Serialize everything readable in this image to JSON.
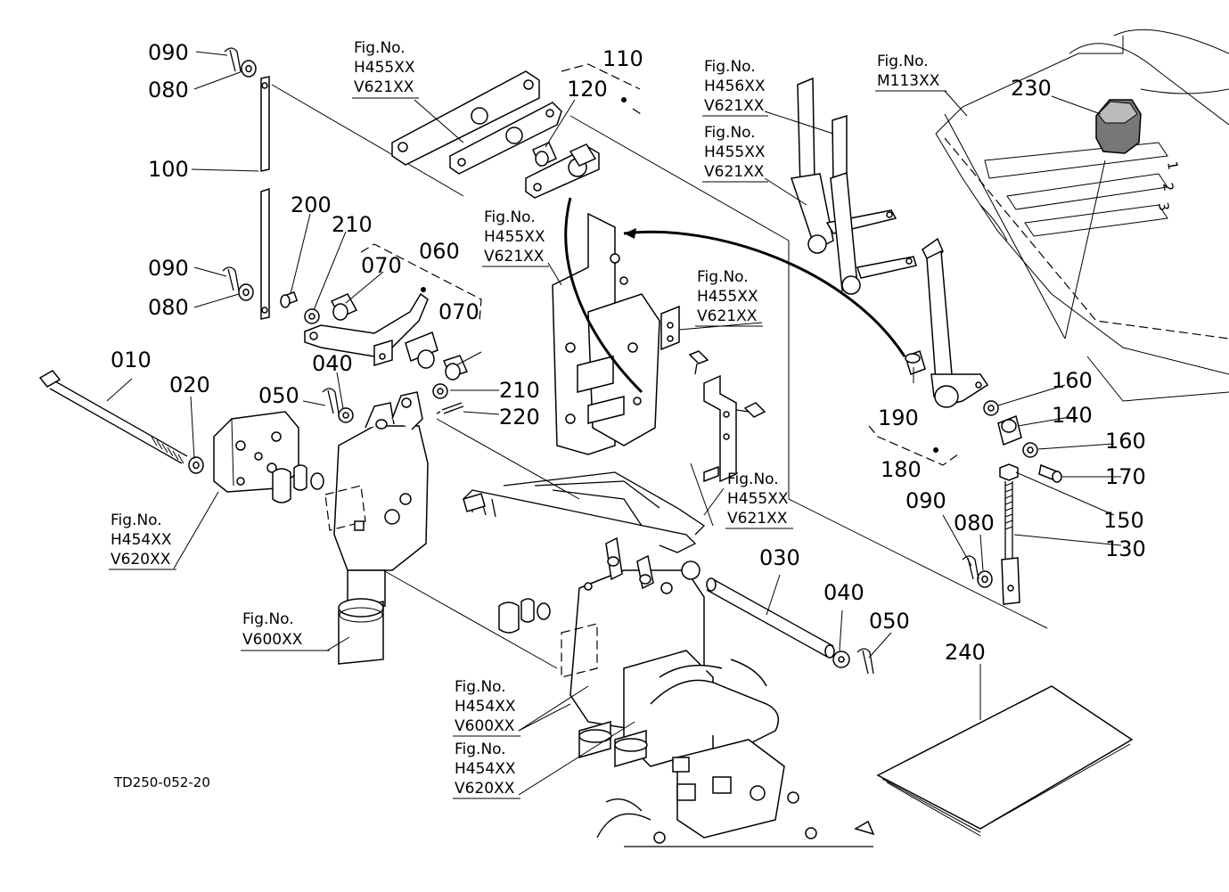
{
  "part_numbers": [
    {
      "id": "p090a",
      "text": "090"
    },
    {
      "id": "p080a",
      "text": "080"
    },
    {
      "id": "p100",
      "text": "100"
    },
    {
      "id": "p090b",
      "text": "090"
    },
    {
      "id": "p080b",
      "text": "080"
    },
    {
      "id": "p200",
      "text": "200"
    },
    {
      "id": "p210a",
      "text": "210"
    },
    {
      "id": "p070a",
      "text": "070"
    },
    {
      "id": "p060",
      "text": "060"
    },
    {
      "id": "p070b",
      "text": "070"
    },
    {
      "id": "p040a",
      "text": "040"
    },
    {
      "id": "p210b",
      "text": "210"
    },
    {
      "id": "p050a",
      "text": "050"
    },
    {
      "id": "p220",
      "text": "220"
    },
    {
      "id": "p010",
      "text": "010"
    },
    {
      "id": "p020",
      "text": "020"
    },
    {
      "id": "p110",
      "text": "110"
    },
    {
      "id": "p120",
      "text": "120"
    },
    {
      "id": "p230",
      "text": "230"
    },
    {
      "id": "p160a",
      "text": "160"
    },
    {
      "id": "p190",
      "text": "190"
    },
    {
      "id": "p140",
      "text": "140"
    },
    {
      "id": "p160b",
      "text": "160"
    },
    {
      "id": "p180",
      "text": "180"
    },
    {
      "id": "p170",
      "text": "170"
    },
    {
      "id": "p150",
      "text": "150"
    },
    {
      "id": "p090c",
      "text": "090"
    },
    {
      "id": "p080c",
      "text": "080"
    },
    {
      "id": "p130",
      "text": "130"
    },
    {
      "id": "p030",
      "text": "030"
    },
    {
      "id": "p040b",
      "text": "040"
    },
    {
      "id": "p050b",
      "text": "050"
    },
    {
      "id": "p240",
      "text": "240"
    }
  ],
  "figure_refs": [
    {
      "id": "f1",
      "label": "Fig.No.",
      "codes": [
        "H455XX",
        "V621XX"
      ]
    },
    {
      "id": "f2",
      "label": "Fig.No.",
      "codes": [
        "H456XX",
        "V621XX"
      ]
    },
    {
      "id": "f3",
      "label": "Fig.No.",
      "codes": [
        "H455XX",
        "V621XX"
      ]
    },
    {
      "id": "f4",
      "label": "Fig.No.",
      "codes": [
        "M113XX"
      ]
    },
    {
      "id": "f5",
      "label": "Fig.No.",
      "codes": [
        "H455XX",
        "V621XX"
      ]
    },
    {
      "id": "f6",
      "label": "Fig.No.",
      "codes": [
        "H455XX",
        "V621XX"
      ]
    },
    {
      "id": "f7",
      "label": "Fig.No.",
      "codes": [
        "H455XX",
        "V621XX"
      ]
    },
    {
      "id": "f8",
      "label": "Fig.No.",
      "codes": [
        "H454XX",
        "V620XX"
      ]
    },
    {
      "id": "f9",
      "label": "Fig.No.",
      "codes": [
        "V600XX"
      ]
    },
    {
      "id": "f10",
      "label": "Fig.No.",
      "codes": [
        "H454XX",
        "V600XX"
      ]
    },
    {
      "id": "f11",
      "label": "Fig.No.",
      "codes": [
        "H454XX",
        "V620XX"
      ]
    }
  ],
  "drawing_code": "TD250-052-20",
  "gear_marks": [
    "1",
    "2",
    "3"
  ]
}
